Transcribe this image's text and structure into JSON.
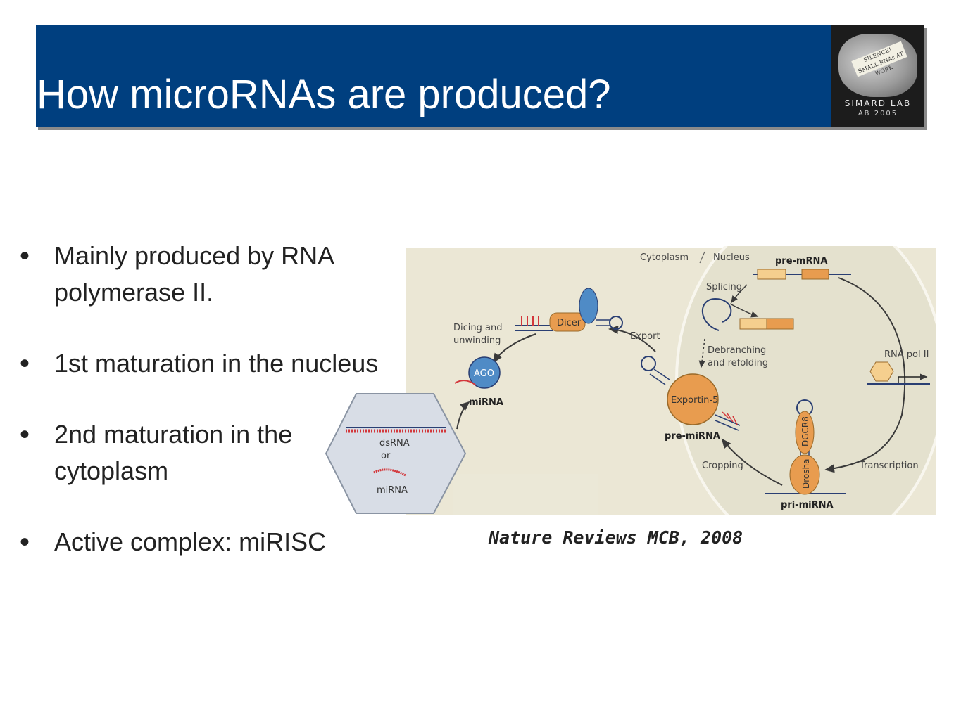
{
  "slide": {
    "title": "How microRNAs are produced?",
    "bullets": [
      "Mainly produced by RNA polymerase II.",
      "1st maturation in the nucleus",
      "2nd maturation in the cytoplasm",
      "Active complex: miRISC"
    ],
    "caption": "Nature Reviews MCB, 2008"
  },
  "logo": {
    "name": "SIMARD LAB",
    "sub": "AB 2005",
    "note_line1": "SILENCE!",
    "note_line2": "SMALL RNAs AT WORK"
  },
  "diagram": {
    "labels": {
      "cytoplasm": "Cytoplasm",
      "nucleus": "Nucleus",
      "pre_mrna": "pre-mRNA",
      "splicing": "Splicing",
      "debranching_1": "Debranching",
      "debranching_2": "and refolding",
      "rna_pol": "RNA pol II",
      "transcription": "Transcription",
      "pri_mirna": "pri-miRNA",
      "cropping": "Cropping",
      "pre_mirna": "pre-miRNA",
      "exportin": "Exportin-5",
      "export": "Export",
      "dicer": "Dicer",
      "dicing_1": "Dicing and",
      "dicing_2": "unwinding",
      "ago": "AGO",
      "mirna": "miRNA",
      "dsrna": "dsRNA",
      "or": "or",
      "mirna_small": "miRNA",
      "drosha": "Drosha",
      "dgcr8": "DGCR8"
    },
    "colors": {
      "background": "#ebe7d5",
      "nucleus": "#e4e1ce",
      "orange": "#e89c4f",
      "blue": "#4f8bc6",
      "red": "#d3373b",
      "navy": "#2a3f73",
      "arrow": "#3a3a3a"
    }
  }
}
